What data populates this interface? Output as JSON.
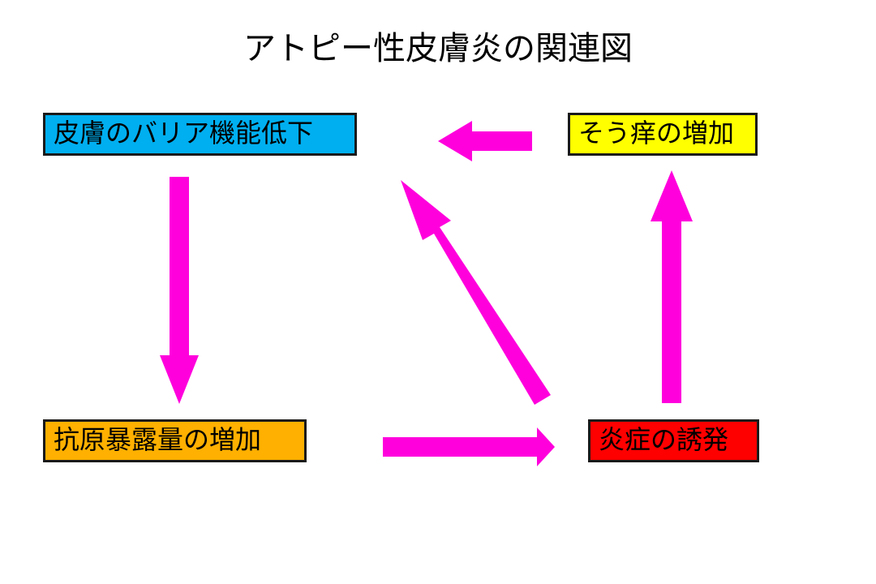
{
  "diagram": {
    "title": "アトピー性皮膚炎の関連図",
    "colors": {
      "arrow": "#ff00dd",
      "barrier_box": "#00aff0",
      "itch_box": "#ffff00",
      "antigen_box": "#ffb000",
      "inflammation_box": "#ff0000",
      "border": "#1a1a1a"
    },
    "nodes": {
      "barrier": {
        "label": "皮膚のバリア機能低下"
      },
      "itch": {
        "label": "そう痒の増加"
      },
      "antigen": {
        "label": "抗原暴露量の増加"
      },
      "inflammation": {
        "label": "炎症の誘発"
      }
    },
    "edges": [
      {
        "from": "barrier",
        "to": "antigen"
      },
      {
        "from": "antigen",
        "to": "inflammation"
      },
      {
        "from": "inflammation",
        "to": "itch"
      },
      {
        "from": "inflammation",
        "to": "barrier"
      },
      {
        "from": "itch",
        "to": "barrier"
      }
    ]
  }
}
